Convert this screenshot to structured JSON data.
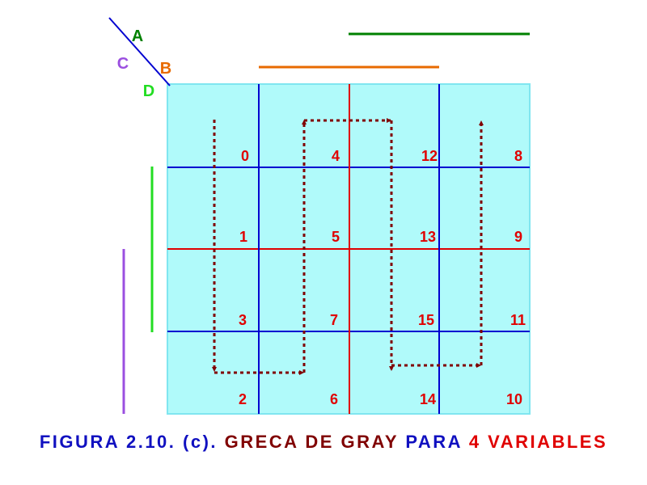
{
  "colors": {
    "map_fill": "#B0FAFA",
    "map_border": "#80E6F0",
    "grid_blue": "#0000D0",
    "grid_red": "#E00000",
    "cell_number": "#E00000",
    "path": "#800000",
    "var_A": "#008000",
    "var_B": "#E86A00",
    "var_C": "#9B4FE0",
    "var_D": "#22DD22"
  },
  "variables": {
    "A": "A",
    "B": "B",
    "C": "C",
    "D": "D"
  },
  "cells": [
    [
      "0",
      "4",
      "12",
      "8"
    ],
    [
      "1",
      "5",
      "13",
      "9"
    ],
    [
      "3",
      "7",
      "15",
      "11"
    ],
    [
      "2",
      "6",
      "14",
      "10"
    ]
  ],
  "caption": {
    "part1": "FIGURA 2.10. (c). ",
    "part2": "GRECA DE GRAY ",
    "part3": "PARA ",
    "part4": "4 VARIABLES",
    "color1": "#1010C0",
    "color2": "#800000",
    "color3": "#1010C0",
    "color4": "#E00000"
  }
}
